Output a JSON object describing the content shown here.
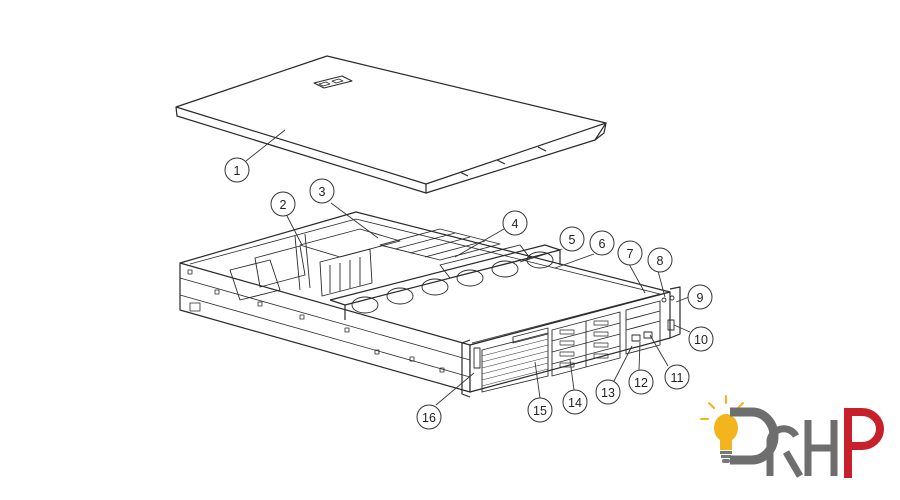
{
  "diagram": {
    "callouts": [
      {
        "label": "1"
      },
      {
        "label": "2"
      },
      {
        "label": "3"
      },
      {
        "label": "4"
      },
      {
        "label": "5"
      },
      {
        "label": "6"
      },
      {
        "label": "7"
      },
      {
        "label": "8"
      },
      {
        "label": "9"
      },
      {
        "label": "10"
      },
      {
        "label": "11"
      },
      {
        "label": "12"
      },
      {
        "label": "13"
      },
      {
        "label": "14"
      },
      {
        "label": "15"
      },
      {
        "label": "16"
      }
    ]
  },
  "logo": {
    "text": "DRHP",
    "colors": {
      "d": "#6e6e6e",
      "r": "#6e6e6e",
      "h": "#6e6e6e",
      "p": "#c8202a",
      "bulb": "#f2b51d"
    }
  },
  "colors": {
    "line": "#2a2a2a",
    "callout_stroke": "#333333"
  }
}
